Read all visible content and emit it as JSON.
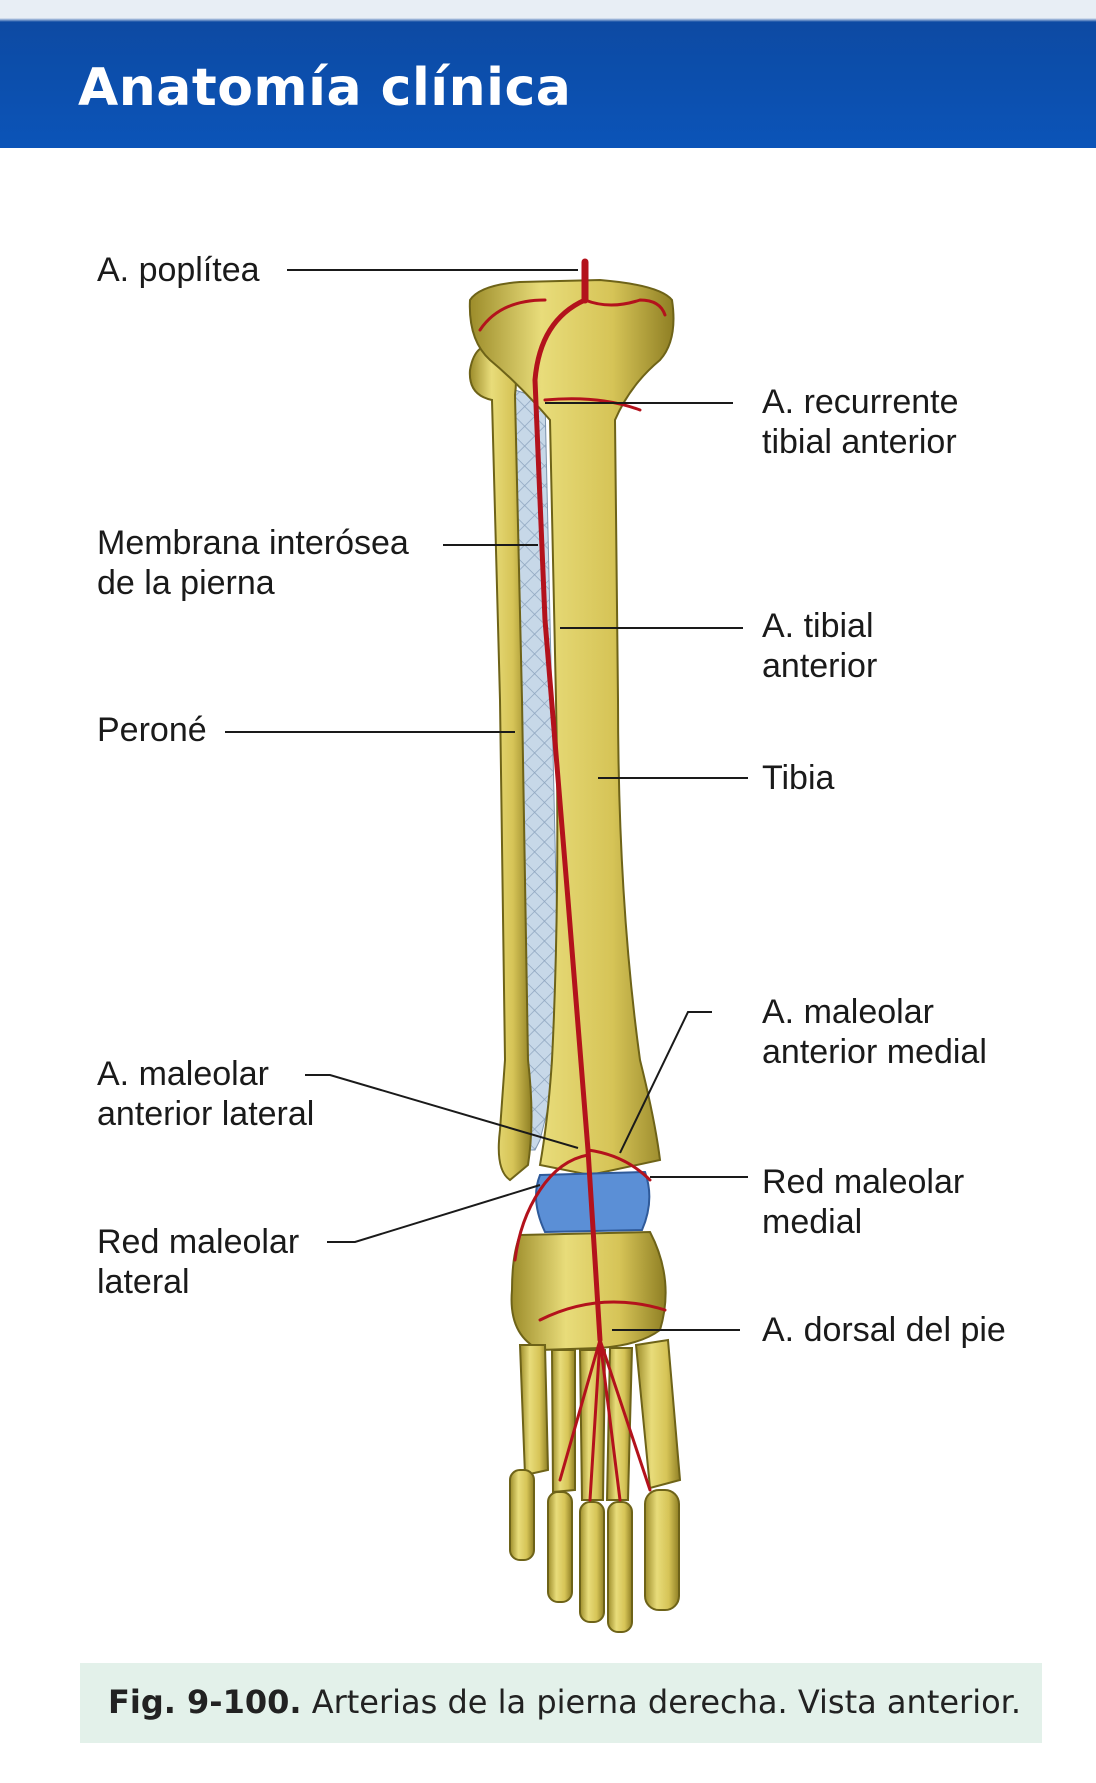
{
  "header": {
    "title": "Anatomía clínica"
  },
  "labels": {
    "poplitea": "A. poplítea",
    "recurrente": "A. recurrente\ntibial anterior",
    "membrana": "Membrana interósea\nde la pierna",
    "tibial_anterior": "A. tibial\nanterior",
    "perone": "Peroné",
    "tibia": "Tibia",
    "maleolar_medial": "A. maleolar\nanterior medial",
    "maleolar_lateral": "A. maleolar\nanterior lateral",
    "red_medial": "Red maleolar\nmedial",
    "red_lateral": "Red maleolar\nlateral",
    "dorsal_pie": "A. dorsal del pie"
  },
  "caption": {
    "number": "Fig. 9-100.",
    "text": " Arterias de la pierna derecha. Vista anterior."
  },
  "colors": {
    "header_blue": "#0b54b8",
    "bone": "#d9c95a",
    "artery": "#b3121c",
    "membrane": "#b9cde0",
    "cartilage": "#5b8fd6",
    "caption_bg": "#e3f1ea"
  }
}
